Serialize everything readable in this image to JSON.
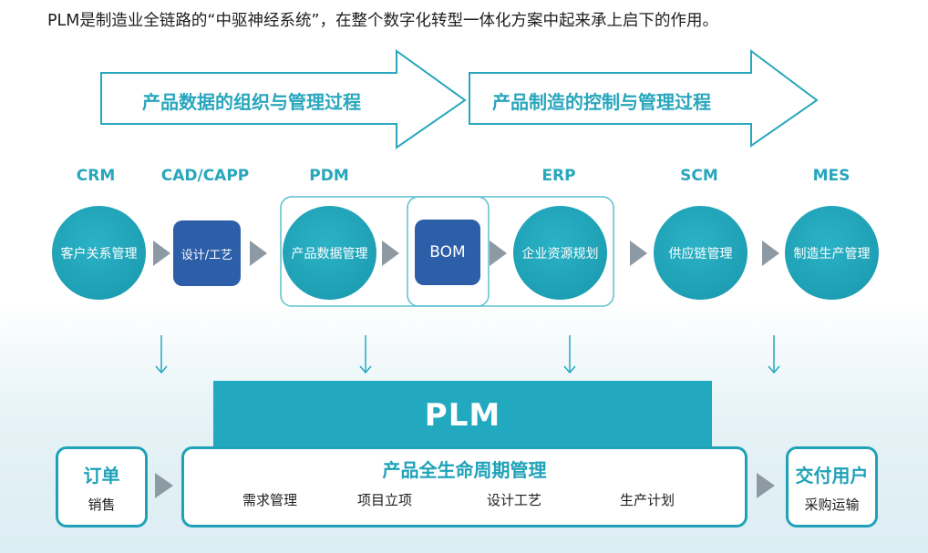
{
  "intro_text": "PLM是制造业全链路的“中驱神经系统”，在整个数字化转型一体化方案中起来承上启下的作用。",
  "banners": {
    "left": "产品数据的组织与管理过程",
    "right": "产品制造的控制与管理过程"
  },
  "systems": [
    {
      "label": "CRM",
      "node": "客户关系管理"
    },
    {
      "label": "CAD/CAPP",
      "node": "设计/工艺"
    },
    {
      "label": "PDM",
      "node": "产品数据管理"
    },
    {
      "label": "",
      "node": "BOM"
    },
    {
      "label": "ERP",
      "node": "企业资源规划"
    },
    {
      "label": "SCM",
      "node": "供应链管理"
    },
    {
      "label": "MES",
      "node": "制造生产管理"
    }
  ],
  "plm": {
    "title": "PLM",
    "lifecycle_title": "产品全生命周期管理",
    "items": [
      "需求管理",
      "项目立项",
      "设计工艺",
      "生产计划"
    ]
  },
  "left_box": {
    "title": "订单",
    "sub": "销售"
  },
  "right_box": {
    "title": "交付用户",
    "sub": "采购运输"
  },
  "colors": {
    "teal": "#23a9bf",
    "blue": "#2d5ea8",
    "arrow_gray": "#8e9aa3"
  }
}
